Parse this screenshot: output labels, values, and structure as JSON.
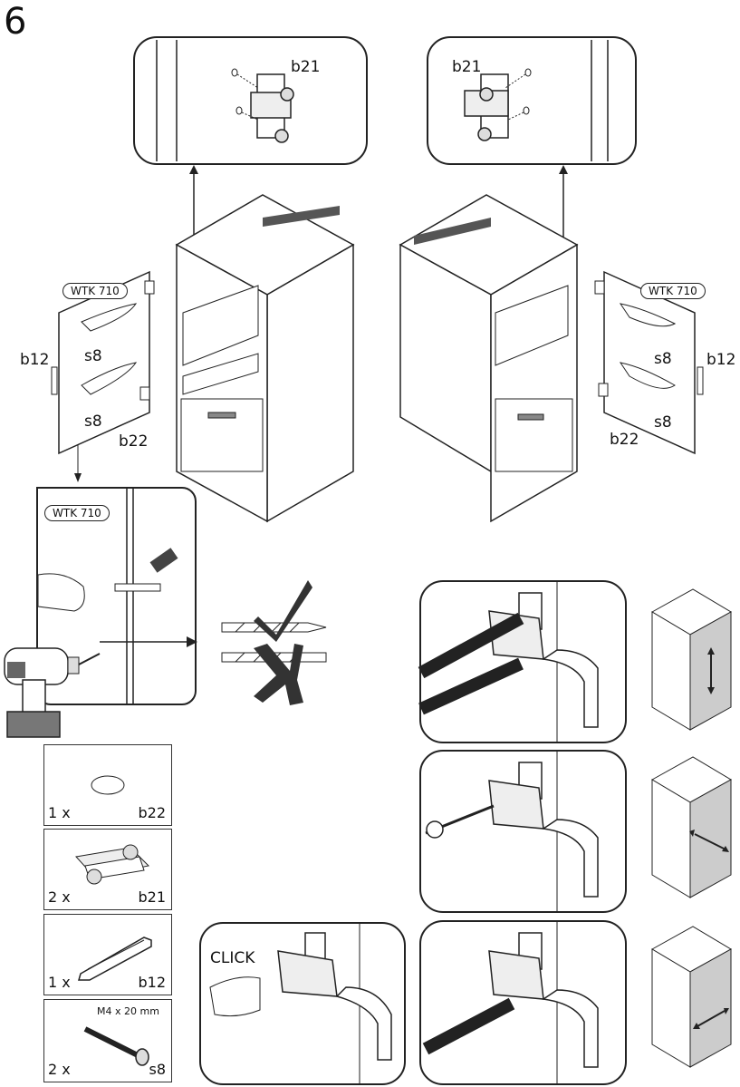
{
  "step_number": "6",
  "top_left_detail": {
    "part_label": "b21"
  },
  "top_right_detail": {
    "part_label": "b21"
  },
  "left_door": {
    "tag": "WTK 710",
    "handle_label": "b12",
    "screw_label": "s8",
    "screw_label_2": "s8",
    "cover_label": "b22"
  },
  "right_door": {
    "tag": "WTK 710",
    "handle_label": "b12",
    "screw_label": "s8",
    "screw_label_2": "s8",
    "cover_label": "b22"
  },
  "drill_panel": {
    "tag": "WTK 710"
  },
  "click_label": "CLICK",
  "parts": [
    {
      "qty": "1 x",
      "code": "b22",
      "spec": ""
    },
    {
      "qty": "2 x",
      "code": "b21",
      "spec": ""
    },
    {
      "qty": "1 x",
      "code": "b12",
      "spec": ""
    },
    {
      "qty": "2 x",
      "code": "s8",
      "spec": "M4 x 20 mm"
    }
  ],
  "adjustments": [
    {
      "direction": "vertical"
    },
    {
      "direction": "depth"
    },
    {
      "direction": "horizontal"
    }
  ]
}
